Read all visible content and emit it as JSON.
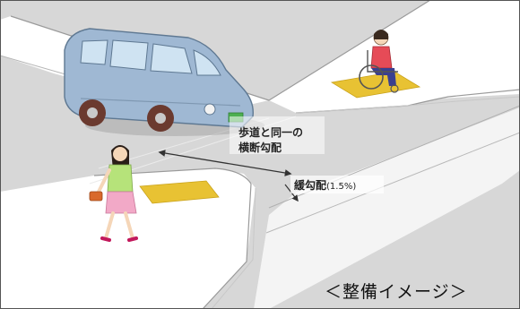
{
  "annotation_crossfall_line1": "歩道と同一の",
  "annotation_crossfall_line2": "横断勾配",
  "annotation_gentle_slope": "緩勾配",
  "annotation_gentle_slope_value": "(1.5%)",
  "caption": "＜整備イメージ＞",
  "colors": {
    "road": "#d7d7d7",
    "sidewalk": "#ffffff",
    "tactile_paving": "#e8c233",
    "car_body": "#9fb8d3",
    "car_window": "#cfe3f2",
    "tire": "#6b3a2f",
    "woman_top": "#b6e37a",
    "woman_skirt": "#f2a9c7",
    "wheelchair_user_top": "#e64b57",
    "wheelchair_user_pants": "#3a3f8f"
  },
  "icons": [
    "car-illustration",
    "pedestrian-woman-illustration",
    "wheelchair-user-illustration",
    "tactile-paving-block",
    "dimension-arrow"
  ]
}
